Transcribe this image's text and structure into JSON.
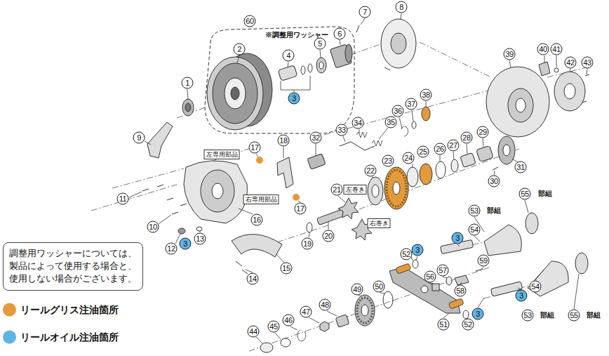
{
  "diagram": {
    "nodes": [
      {
        "text": [
          "調整用ワッシャーについては、 製品によって使用する場合と、 使用しない場合がございます。"
        ]
      },
      {
        "text": [
          "左専用部品"
        ]
      },
      {
        "text": [
          "右専用部品"
        ]
      },
      {
        "text": [
          "左巻き"
        ]
      },
      {
        "text": [
          "右巻き"
        ]
      }
    ],
    "labels": [
      "1",
      "2",
      "3",
      "4",
      "5",
      "6",
      "7",
      "8",
      "9",
      "10",
      "11",
      "12",
      "3",
      "13",
      "14",
      "15",
      "16",
      "17",
      "17",
      "18",
      "19",
      "20",
      "21",
      "22",
      "23",
      "24",
      "25",
      "26",
      "27",
      "28",
      "29",
      "30",
      "31",
      "32",
      "33",
      "34",
      "35",
      "36",
      "37",
      "38",
      "39",
      "40",
      "41",
      "42",
      "43",
      "44",
      "45",
      "46",
      "47",
      "48",
      "49",
      "50",
      "51",
      "52",
      "52",
      "53",
      "53",
      "54",
      "54",
      "55",
      "55",
      "56",
      "57",
      "58",
      "59",
      "3",
      "3",
      "3",
      "3",
      "60",
      "※調整用ワッシャー",
      "部組",
      "部組",
      "部組",
      "部組"
    ],
    "legend": [
      {
        "text": "リールグリス注油箇所",
        "color": "#e39a3a"
      },
      {
        "text": "リールオイル注油箇所",
        "color": "#5fb4e6"
      }
    ]
  }
}
